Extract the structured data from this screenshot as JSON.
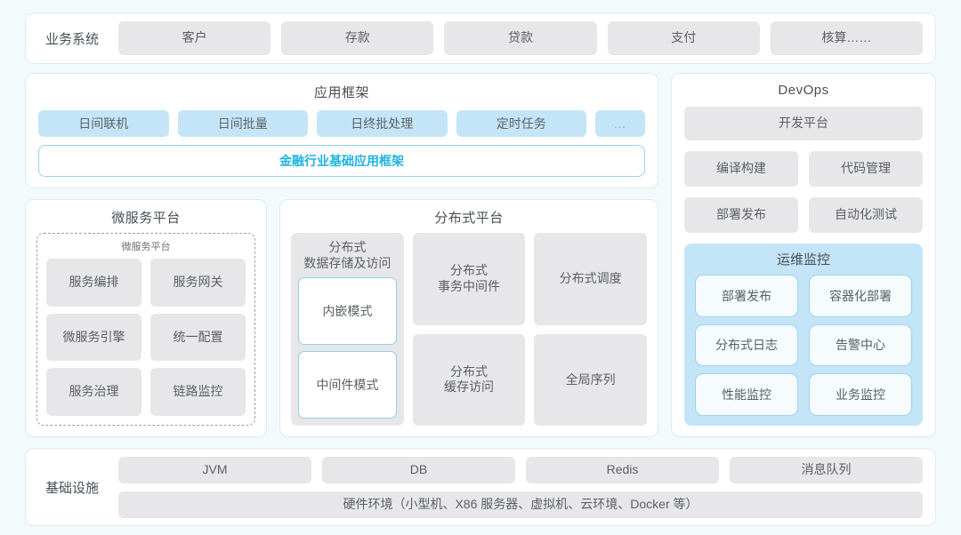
{
  "business_systems": {
    "label": "业务系统",
    "items": [
      "客户",
      "存款",
      "贷款",
      "支付",
      "核算……"
    ]
  },
  "app_framework": {
    "title": "应用框架",
    "items": [
      "日间联机",
      "日间批量",
      "日终批处理",
      "定时任务"
    ],
    "ellipsis": "...",
    "banner": "金融行业基础应用框架"
  },
  "microservice_platform": {
    "title": "微服务平台",
    "inner_title": "微服务平台",
    "items": [
      "服务编排",
      "服务网关",
      "微服务引擎",
      "统一配置",
      "服务治理",
      "链路监控"
    ]
  },
  "distributed_platform": {
    "title": "分布式平台",
    "storage": {
      "title": "分布式\n数据存储及访问",
      "title_line1": "分布式",
      "title_line2": "数据存储及访问",
      "modes": [
        "内嵌模式",
        "中间件模式"
      ]
    },
    "cells": [
      {
        "line1": "分布式",
        "line2": "事务中间件"
      },
      {
        "line1": "分布式调度",
        "line2": ""
      },
      {
        "line1": "分布式",
        "line2": "缓存访问"
      },
      {
        "line1": "全局序列",
        "line2": ""
      }
    ]
  },
  "devops": {
    "title": "DevOps",
    "platform": "开发平台",
    "items": [
      "编译构建",
      "代码管理",
      "部署发布",
      "自动化测试"
    ],
    "ops_monitor": {
      "title": "运维监控",
      "items": [
        "部署发布",
        "容器化部署",
        "分布式日志",
        "告警中心",
        "性能监控",
        "业务监控"
      ]
    }
  },
  "infrastructure": {
    "label": "基础设施",
    "items": [
      "JVM",
      "DB",
      "Redis",
      "消息队列"
    ],
    "hardware": "硬件环境（小型机、X86 服务器、虚拟机、云环境、Docker 等）"
  },
  "colors": {
    "page_bg": "#f3fafc",
    "card_border": "#d9edf3",
    "chip_gray": "#e7e7e9",
    "chip_blue": "#c3e5f7",
    "accent_cyan": "#1fb3e0"
  }
}
